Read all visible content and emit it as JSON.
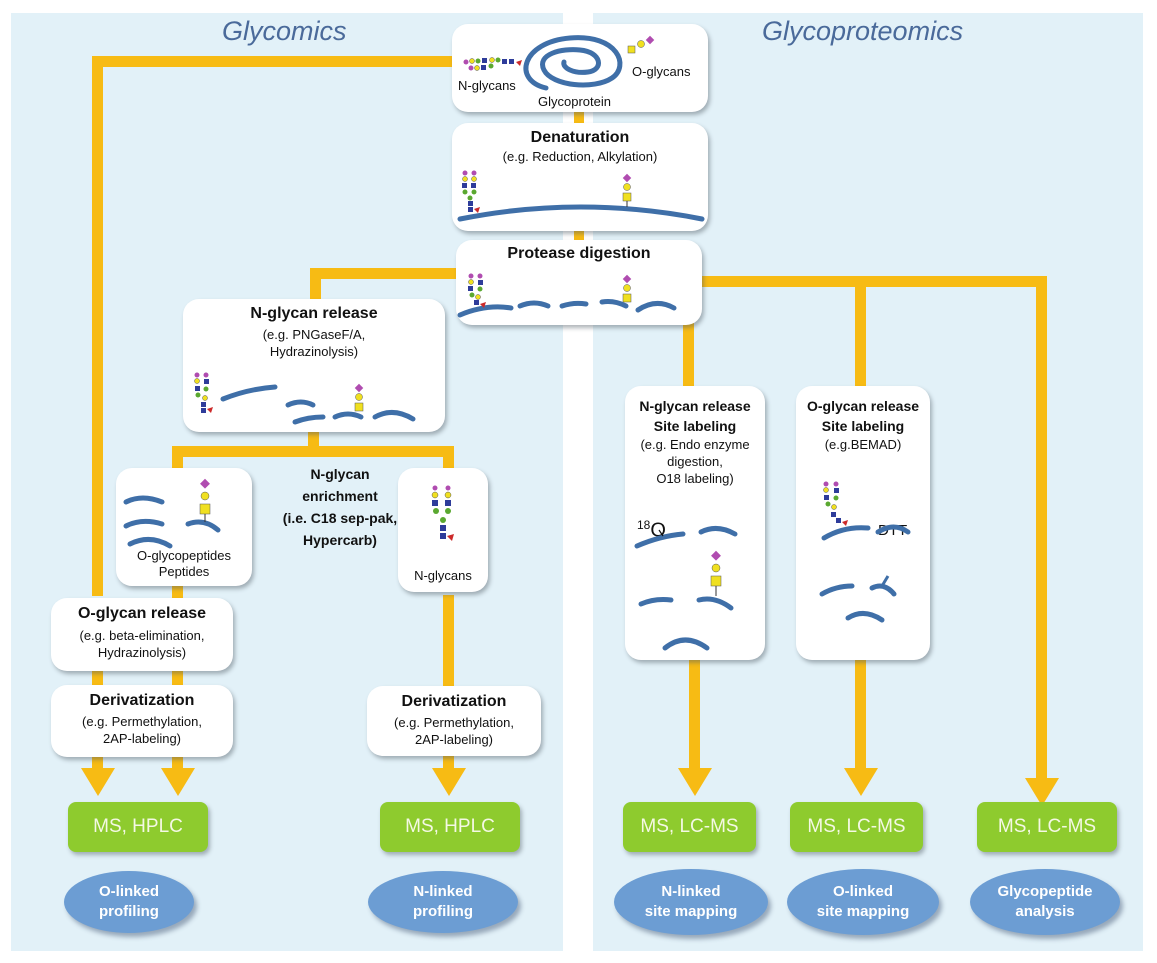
{
  "sections": {
    "left_title": "Glycomics",
    "right_title": "Glycoproteomics"
  },
  "colors": {
    "panel_bg": "#e2f1f8",
    "connector": "#f7bb14",
    "instrument_box": "#8ecb2e",
    "outcome_ellipse": "#6c9dd3",
    "peptide": "#3f6fa8",
    "galactose_circle": "#f0e020",
    "galnac_square": "#f0e020",
    "glcnac_square": "#2e3c9a",
    "mannose_circle": "#5aa830",
    "sialic_diamond": "#b04cb0",
    "fucose_triangle": "#cc2a2a"
  },
  "glycoprotein": {
    "n_glycans_label": "N-glycans",
    "o_glycans_label": "O-glycans",
    "protein_label": "Glycoprotein"
  },
  "steps": {
    "denaturation": {
      "title": "Denaturation",
      "sub": "(e.g. Reduction, Alkylation)"
    },
    "protease": {
      "title": "Protease digestion"
    },
    "n_release": {
      "title": "N-glycan release",
      "sub1": "(e.g. PNGaseF/A,",
      "sub2": "Hydrazinolysis)"
    },
    "o_glycopeptides": {
      "line1": "O-glycopeptides",
      "line2": "Peptides"
    },
    "enrichment": {
      "line1": "N-glycan",
      "line2": "enrichment",
      "line3": "(i.e. C18 sep-pak,",
      "line4": "Hypercarb)"
    },
    "n_glycans_box": {
      "label": "N-glycans"
    },
    "o_release": {
      "title": "O-glycan release",
      "sub1": "(e.g. beta-elimination,",
      "sub2": "Hydrazinolysis)"
    },
    "deriv_left": {
      "title": "Derivatization",
      "sub1": "(e.g. Permethylation,",
      "sub2": "2AP-labeling)"
    },
    "deriv_right": {
      "title": "Derivatization",
      "sub1": "(e.g. Permethylation,",
      "sub2": "2AP-labeling)"
    },
    "n_site": {
      "title1": "N-glycan release",
      "title2": "Site labeling",
      "sub1": "(e.g. Endo enzyme",
      "sub2": "digestion,",
      "sub3": "O18 labeling)",
      "isotope_mass": "18",
      "isotope_symbol": "O"
    },
    "o_site": {
      "title1": "O-glycan release",
      "title2": "Site labeling",
      "sub1": "(e.g.BEMAD)",
      "reagent": "DTT"
    }
  },
  "instruments": [
    {
      "label": "MS, HPLC"
    },
    {
      "label": "MS, HPLC"
    },
    {
      "label": "MS, LC-MS"
    },
    {
      "label": "MS, LC-MS"
    },
    {
      "label": "MS, LC-MS"
    }
  ],
  "outcomes": [
    {
      "line1": "O-linked",
      "line2": "profiling"
    },
    {
      "line1": "N-linked",
      "line2": "profiling"
    },
    {
      "line1": "N-linked",
      "line2": "site mapping"
    },
    {
      "line1": "O-linked",
      "line2": "site mapping"
    },
    {
      "line1": "Glycopeptide",
      "line2": "analysis"
    }
  ]
}
